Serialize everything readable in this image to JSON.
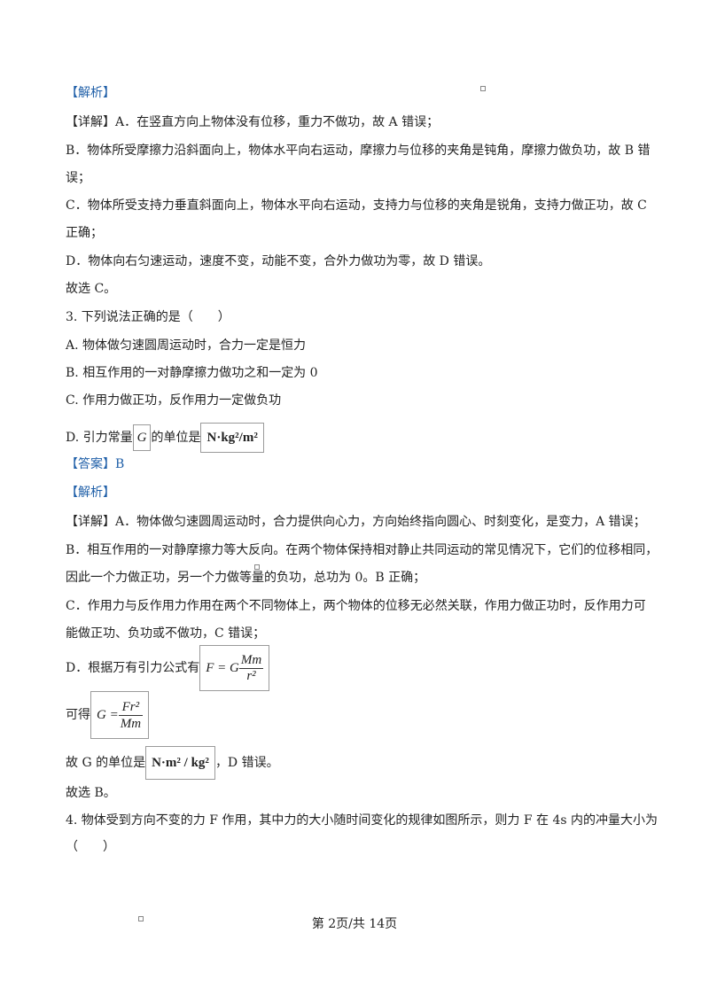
{
  "lines": {
    "l1": "【解析】",
    "l2": "【详解】A．在竖直方向上物体没有位移，重力不做功，故 A 错误；",
    "l3": "B．物体所受摩擦力沿斜面向上，物体水平向右运动，摩擦力与位移的夹角是钝角，摩擦力做负功，故 B 错",
    "l4": "误；",
    "l5": "C．物体所受支持力垂直斜面向上，物体水平向右运动，支持力与位移的夹角是锐角，支持力做正功，故 C",
    "l6": "正确；",
    "l7": "D．物体向右匀速运动，速度不变，动能不变，合外力做功为零，故 D 错误。",
    "l8": "故选 C。",
    "l9": "3. 下列说法正确的是（　　）",
    "l10": "A. 物体做匀速圆周运动时，合力一定是恒力",
    "l11": "B. 相互作用的一对静摩擦力做功之和一定为 0",
    "l12": "C. 作用力做正功，反作用力一定做负功",
    "l13a": "D. 引力常量",
    "l13b": "的单位是",
    "l14": "【答案】B",
    "l15": "【解析】",
    "l16": "【详解】A．物体做匀速圆周运动时，合力提供向心力，方向始终指向圆心、时刻变化，是变力，A 错误；",
    "l17": "B．相互作用的一对静摩擦力等大反向。在两个物体保持相对静止共同运动的常见情况下，它们的位移相同，",
    "l18": "因此一个力做正功，另一个力做等量的负功，总功为 0。B 正确；",
    "l19": "C．作用力与反作用力作用在两个不同物体上，两个物体的位移无必然关联，作用力做正功时，反作用力可",
    "l20": "能做正功、负功或不做功，C 错误；",
    "l21": "D．根据万有引力公式有",
    "l22": "可得",
    "l23a": "故 G 的单位是",
    "l23b": "，D 错误。",
    "l24": "故选 B。",
    "l25": "4. 物体受到方向不变的力 F 作用，其中力的大小随时间变化的规律如图所示，则力 F 在 4s 内的冲量大小为",
    "l26": "（　　）"
  },
  "formulas": {
    "G": "G",
    "unit1": "N·kg²/m²",
    "F_lhs": "F = G",
    "Mm": "Mm",
    "r2": "r²",
    "G_lhs": "G =",
    "Fr2": "Fr²",
    "Mm2": "Mm",
    "unit2": "N·m² / kg²"
  },
  "footer": "第 2页/共 14页"
}
